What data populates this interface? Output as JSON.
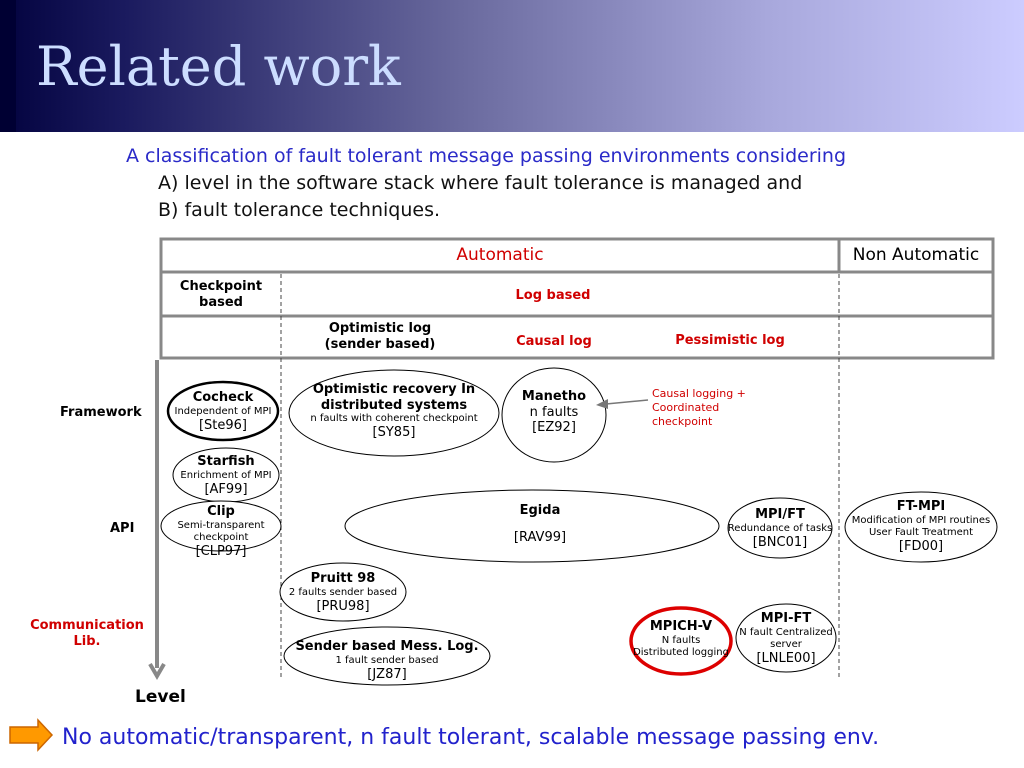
{
  "title": "Related work",
  "intro": {
    "line1": "A classification of fault tolerant message passing environments considering",
    "line2": "A) level in the software stack where fault tolerance is managed and",
    "line3": "B) fault tolerance techniques."
  },
  "table": {
    "automatic": "Automatic",
    "non_automatic": "Non Automatic",
    "checkpoint_based": "Checkpoint based",
    "log_based": "Log based",
    "optimistic_log": "Optimistic log (sender based)",
    "causal_log": "Causal log",
    "pessimistic_log": "Pessimistic log"
  },
  "levels": {
    "framework": "Framework",
    "api": "API",
    "communication_lib": "Communication Lib.",
    "axis_label": "Level"
  },
  "nodes": {
    "cocheck": {
      "name": "Cocheck",
      "desc": "Independent of MPI",
      "ref": "[Ste96]"
    },
    "optimistic_recovery": {
      "name": "Optimistic recovery In distributed systems",
      "desc": "n faults with coherent checkpoint",
      "ref": "[SY85]"
    },
    "manetho": {
      "name": "Manetho",
      "desc": "n faults",
      "ref": "[EZ92]"
    },
    "starfish": {
      "name": "Starfish",
      "desc": "Enrichment of MPI",
      "ref": "[AF99]"
    },
    "clip": {
      "name": "Clip",
      "desc": "Semi-transparent checkpoint",
      "ref": "[CLP97]"
    },
    "egida": {
      "name": "Egida",
      "ref": "[RAV99]"
    },
    "mpi_ft_bnc": {
      "name": "MPI/FT",
      "desc": "Redundance of tasks",
      "ref": "[BNC01]"
    },
    "ft_mpi": {
      "name": "FT-MPI",
      "desc": "Modification of MPI routines User Fault Treatment",
      "ref": "[FD00]"
    },
    "pruitt": {
      "name": "Pruitt 98",
      "desc": "2 faults sender based",
      "ref": "[PRU98]"
    },
    "sender_based": {
      "name": "Sender based Mess. Log.",
      "desc": "1 fault sender based",
      "ref": "[JZ87]"
    },
    "mpich_v": {
      "name": "MPICH-V",
      "desc": "N faults Distributed logging"
    },
    "mpi_ft_lnle": {
      "name": "MPI-FT",
      "desc": "N fault Centralized server",
      "ref": "[LNLE00]"
    }
  },
  "annotation": "Causal logging + Coordinated checkpoint",
  "footer": "No automatic/transparent, n fault tolerant, scalable message passing env.",
  "colors": {
    "highlight_red": "#dd0000",
    "accent_blue": "#2222cc",
    "arrow_orange": "#ff9900"
  }
}
